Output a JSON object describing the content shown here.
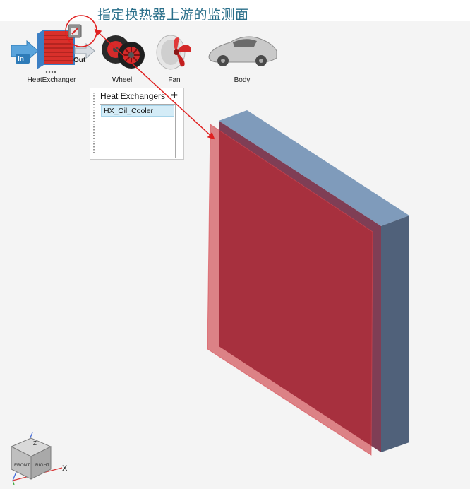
{
  "annotation": {
    "text": "指定换热器上游的监测面"
  },
  "ribbon": {
    "tools": [
      {
        "label": "HeatExchanger",
        "icon": "heat-exchanger-icon",
        "in_label": "In",
        "out_label": "Out"
      },
      {
        "label": "Wheel",
        "icon": "wheel-icon"
      },
      {
        "label": "Fan",
        "icon": "fan-icon"
      },
      {
        "label": "Body",
        "icon": "car-body-icon"
      }
    ]
  },
  "panel": {
    "title": "Heat Exchangers",
    "add_label": "+",
    "items": [
      "HX_Oil_Cooler"
    ]
  },
  "view_cube": {
    "front_label": "FRONT",
    "right_label": "RIGHT",
    "axis_z": "Z",
    "axis_x": "X"
  },
  "colors": {
    "annotation": "#2a6f8a",
    "arrow": "#e02020",
    "monitor_plane": "#c8242c",
    "box_front": "#973f4e",
    "box_top": "#7f9bbb",
    "box_side": "#50617a",
    "selected_item": "#d4ecf7"
  }
}
